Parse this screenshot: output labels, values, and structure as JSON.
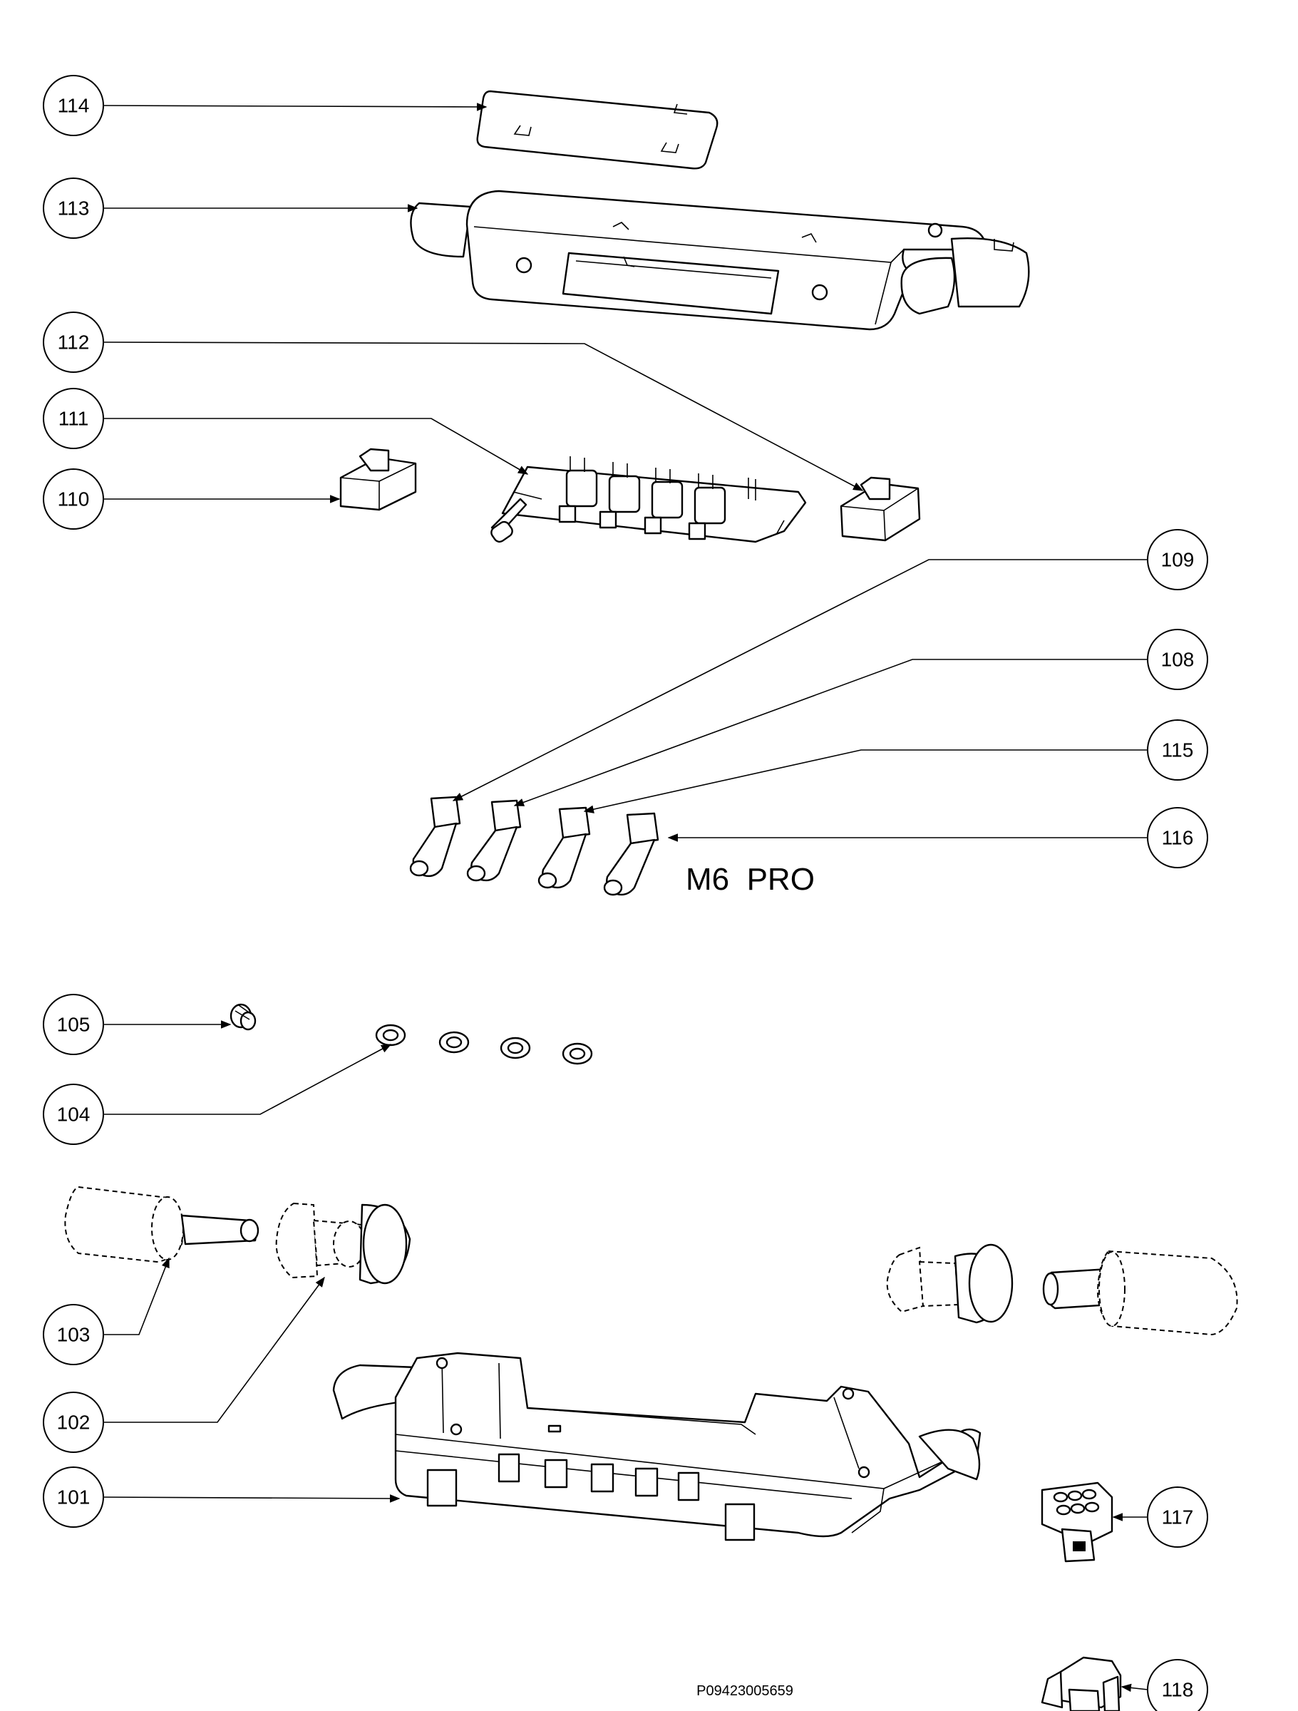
{
  "model_label": "M6  PRO",
  "reference_code": "P09423005659",
  "callouts": [
    {
      "id": "114",
      "label": "114"
    },
    {
      "id": "113",
      "label": "113"
    },
    {
      "id": "112",
      "label": "112"
    },
    {
      "id": "111",
      "label": "111"
    },
    {
      "id": "110",
      "label": "110"
    },
    {
      "id": "109",
      "label": "109"
    },
    {
      "id": "108",
      "label": "108"
    },
    {
      "id": "115",
      "label": "115"
    },
    {
      "id": "116",
      "label": "116"
    },
    {
      "id": "105",
      "label": "105"
    },
    {
      "id": "104",
      "label": "104"
    },
    {
      "id": "103",
      "label": "103"
    },
    {
      "id": "102",
      "label": "102"
    },
    {
      "id": "101",
      "label": "101"
    },
    {
      "id": "117",
      "label": "117"
    },
    {
      "id": "118",
      "label": "118"
    }
  ]
}
